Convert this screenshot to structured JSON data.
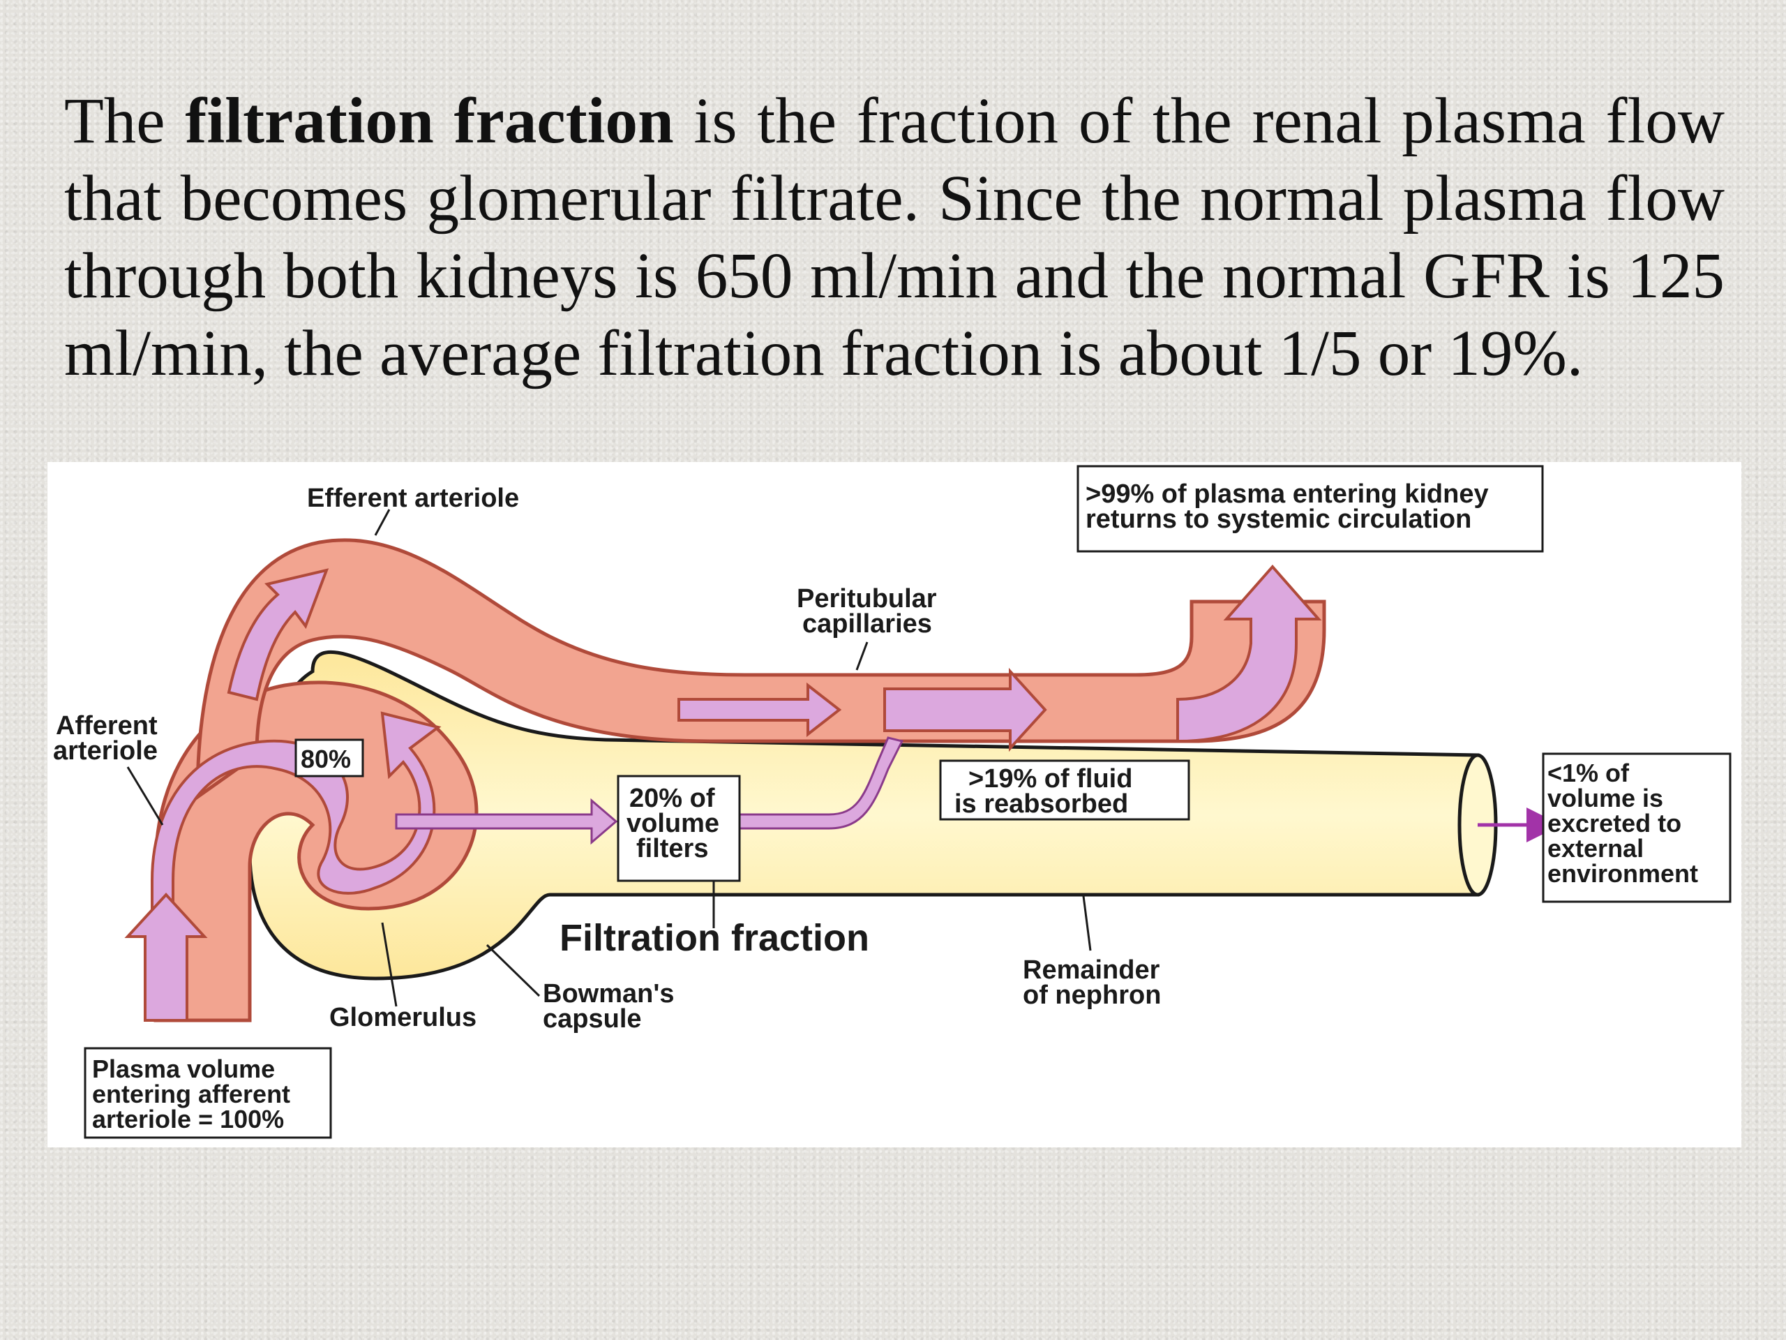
{
  "slide": {
    "text_pre": "The ",
    "text_bold": "filtration fraction",
    "text_post": " is the fraction of the renal plasma flow that becomes glomerular filtrate. Since the normal plasma flow through both kidneys is 650 ml/min and the normal GFR is 125 ml/min, the average filtration fraction is about 1/5 or 19%."
  },
  "diagram": {
    "colors": {
      "vessel": "#f2a490",
      "vessel_outline": "#b04a3a",
      "flow_arrow": "#dca8de",
      "nephron": "#fde79b",
      "nephron_light": "#fff8cf",
      "excretion_arrow": "#a233a8"
    },
    "labels": {
      "efferent_arteriole": "Efferent arteriole",
      "afferent_line1": "Afferent",
      "afferent_line2": "arteriole",
      "peritubular_line1": "Peritubular",
      "peritubular_line2": "capillaries",
      "glomerulus": "Glomerulus",
      "bowmans_line1": "Bowman's",
      "bowmans_line2": "capsule",
      "remainder_line1": "Remainder",
      "remainder_line2": "of nephron",
      "title": "Filtration fraction"
    },
    "boxes": {
      "returns_line1": ">99% of plasma entering kidney",
      "returns_line2": "returns to systemic circulation",
      "pct80": "80%",
      "filters_line1": "20% of",
      "filters_line2": "volume",
      "filters_line3": "filters",
      "reabsorbed_line1": ">19% of fluid",
      "reabsorbed_line2": "is reabsorbed",
      "excreted_line1": "<1% of",
      "excreted_line2": "volume is",
      "excreted_line3": "excreted to",
      "excreted_line4": "external",
      "excreted_line5": "environment",
      "plasma_line1": "Plasma volume",
      "plasma_line2": "entering afferent",
      "plasma_line3": "arteriole = 100%"
    }
  }
}
